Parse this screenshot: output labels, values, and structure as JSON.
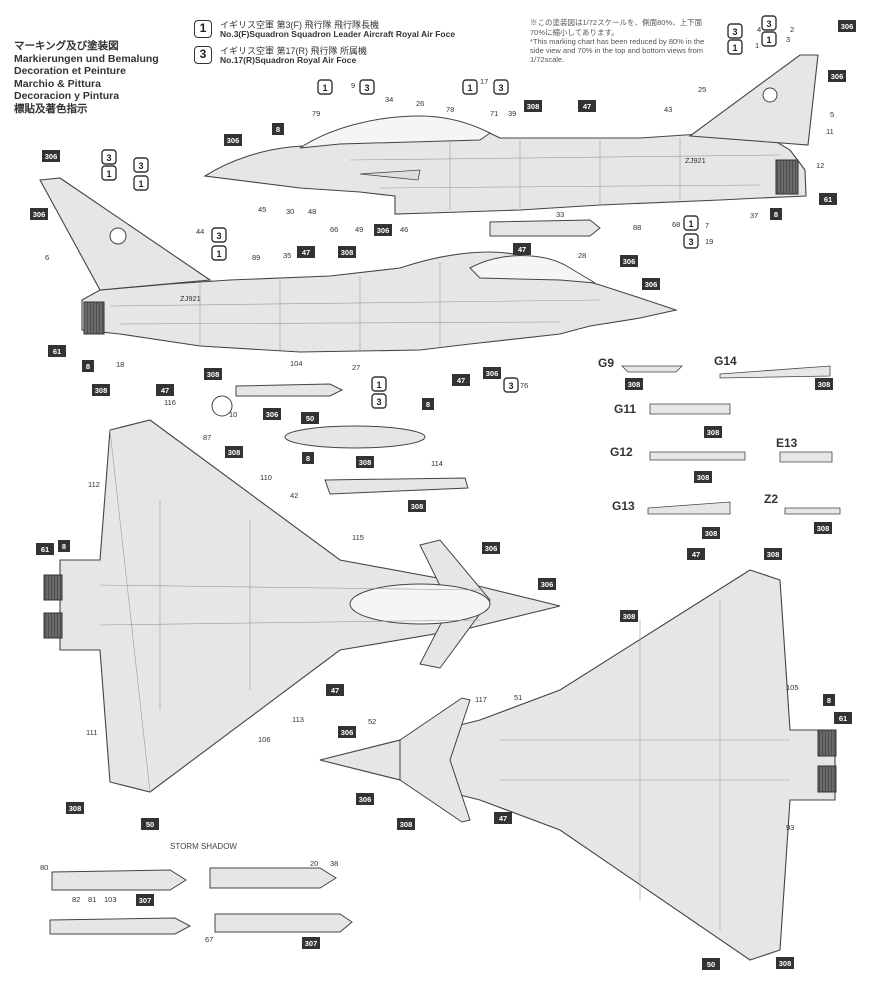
{
  "title_lines": [
    "マーキング及び塗装図",
    "Markierungen und Bemalung",
    "Decoration et Peinture",
    "Marchio & Pittura",
    "Decoracion y Pintura",
    "標貼及著色指示"
  ],
  "legend": [
    {
      "badge": "1",
      "jp": "イギリス空軍 第3(F) 飛行隊 飛行隊長機",
      "en": "No.3(F)Squadron Squadron Leader Aircraft Royal Air Foce"
    },
    {
      "badge": "3",
      "jp": "イギリス空軍 第17(R) 飛行隊 所属機",
      "en": "No.17(R)Squadron Royal Air Foce"
    }
  ],
  "scale_note": {
    "jp": "※この塗装図は1/72スケールを、側面80%、上下面70%に縮小してあります。",
    "en": "*This marking chart has been reduced by 80% in the side view and 70% in the top and bottom views from 1/72scale."
  },
  "storm_shadow_label": "STORM SHADOW",
  "serial": "ZJ921",
  "detail_panels": [
    "G9",
    "G14",
    "G11",
    "G12",
    "E13",
    "G13",
    "Z2"
  ],
  "paint_codes": [
    "306",
    "308",
    "47",
    "8",
    "61",
    "50",
    "307"
  ],
  "decal_numbers": [
    "79",
    "34",
    "26",
    "78",
    "17",
    "71",
    "39",
    "43",
    "25",
    "5",
    "11",
    "12",
    "45",
    "30",
    "48",
    "66",
    "49",
    "46",
    "33",
    "68",
    "37",
    "88",
    "7",
    "19",
    "9",
    "2",
    "4",
    "3",
    "1",
    "6",
    "44",
    "89",
    "35",
    "27",
    "28",
    "104",
    "10",
    "87",
    "114",
    "116",
    "112",
    "110",
    "42",
    "115",
    "111",
    "113",
    "106",
    "52",
    "117",
    "51",
    "105",
    "93",
    "80",
    "82",
    "81",
    "103",
    "20",
    "38",
    "67",
    "76",
    "18"
  ],
  "colors": {
    "ink": "#333333",
    "paper": "#ffffff",
    "aircraft_fill": "#e6e6e6",
    "panel_line": "#9a9a9a",
    "nozzle": "#555555"
  }
}
